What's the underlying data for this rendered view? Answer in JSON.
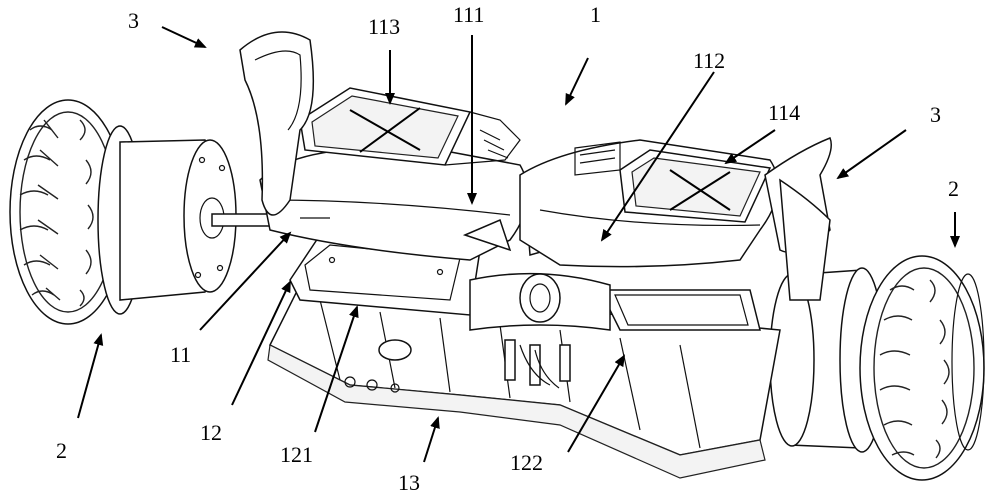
{
  "labels": {
    "l1": "1",
    "l11": "11",
    "l111": "111",
    "l112": "112",
    "l113": "113",
    "l114": "114",
    "l12": "12",
    "l121": "121",
    "l122": "122",
    "l13": "13",
    "l2_left": "2",
    "l2_right": "2",
    "l3_left": "3",
    "l3_right": "3"
  },
  "colors": {
    "line": "#000000",
    "background": "#ffffff"
  }
}
